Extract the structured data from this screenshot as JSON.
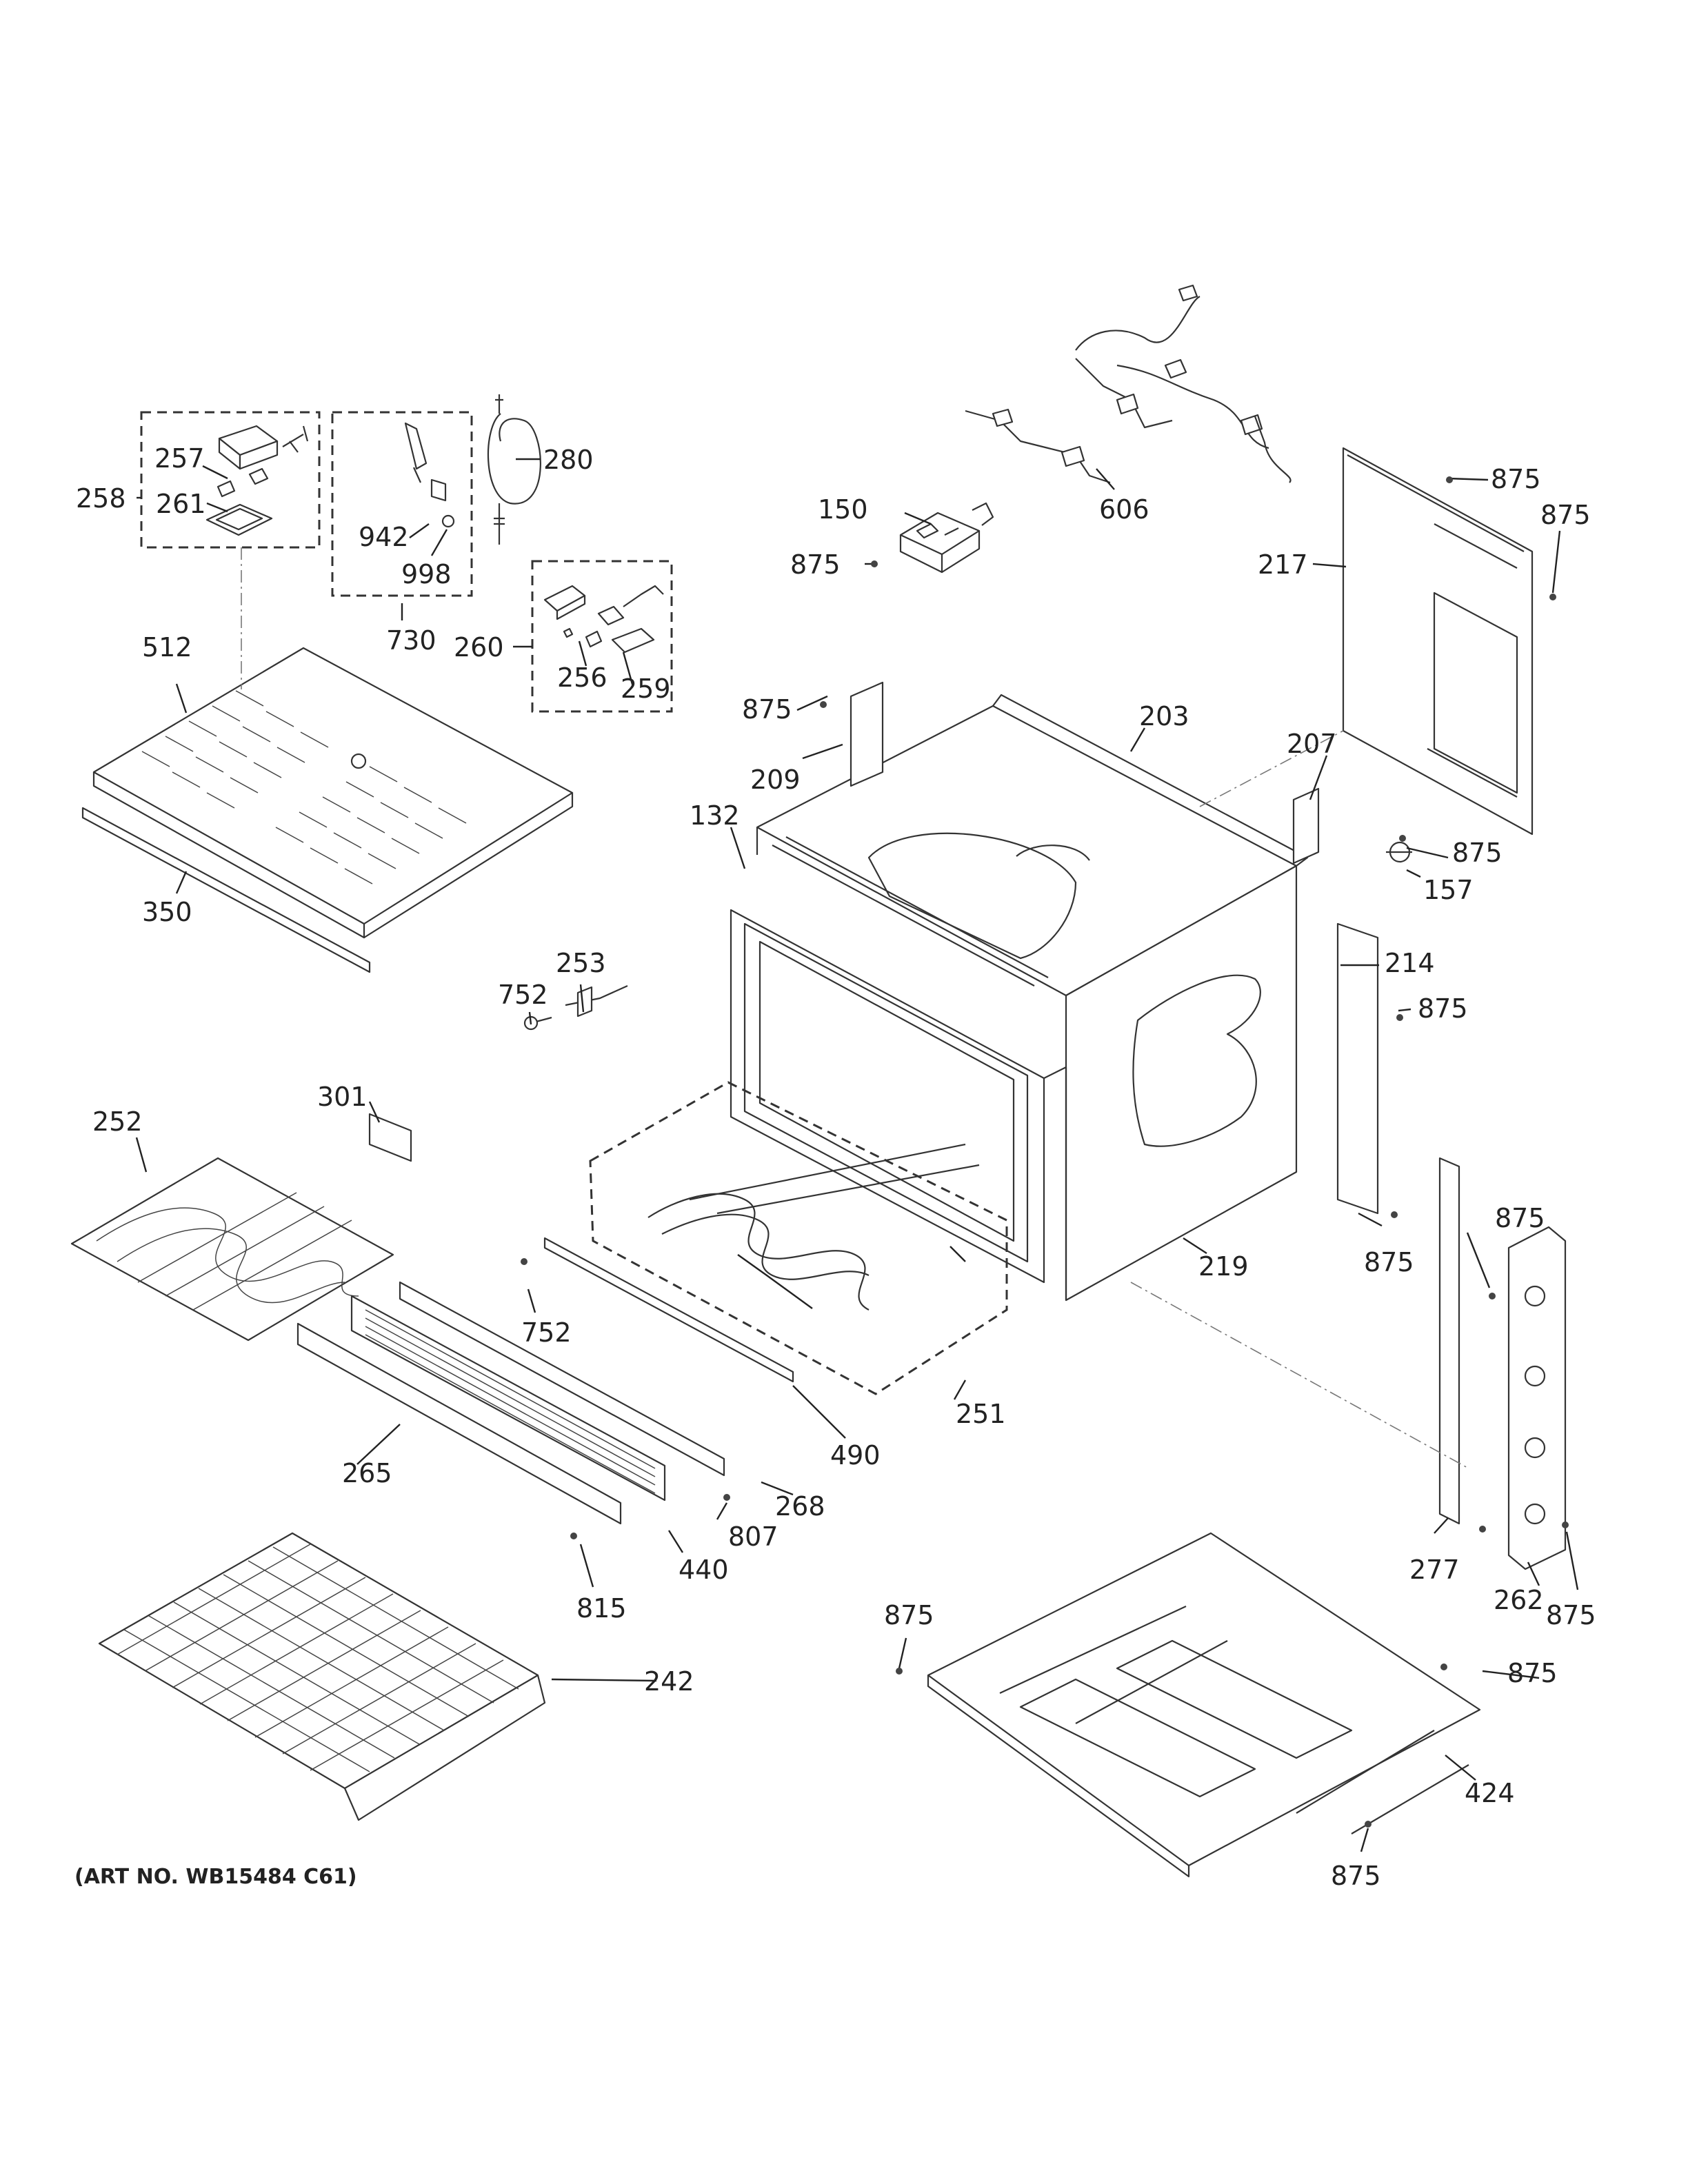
{
  "art_number": "(ART NO. WB15484 C61)",
  "callouts": {
    "p132": "132",
    "p150": "150",
    "p157": "157",
    "p203": "203",
    "p207": "207",
    "p209": "209",
    "p214": "214",
    "p217": "217",
    "p219": "219",
    "p242": "242",
    "p251": "251",
    "p252": "252",
    "p253": "253",
    "p256": "256",
    "p257": "257",
    "p258": "258",
    "p259": "259",
    "p260": "260",
    "p261": "261",
    "p262": "262",
    "p265": "265",
    "p268": "268",
    "p277": "277",
    "p280": "280",
    "p301": "301",
    "p350": "350",
    "p424": "424",
    "p440": "440",
    "p490": "490",
    "p512": "512",
    "p606": "606",
    "p730": "730",
    "p752": "752",
    "p807": "807",
    "p815": "815",
    "p875": "875",
    "p942": "942",
    "p998": "998"
  }
}
